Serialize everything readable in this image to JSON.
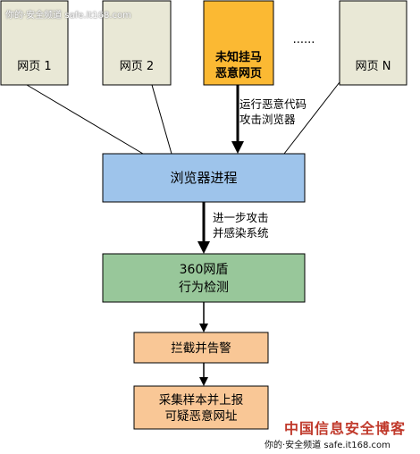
{
  "pages": [
    {
      "label": "网页 1",
      "highlight": false
    },
    {
      "label": "网页 2",
      "highlight": false
    },
    {
      "label": "未知挂马\n恶意网页",
      "highlight": true
    },
    {
      "label": "网页 N",
      "highlight": false
    }
  ],
  "ellipsis": "......",
  "edges": {
    "attack": "运行恶意代码\n攻击浏览器",
    "infect": "进一步攻击\n并感染系统"
  },
  "nodes": {
    "browser": "浏览器进程",
    "shield": "360网盾\n行为检测",
    "block": "拦截并告警",
    "report": "采集样本并上报\n可疑恶意网址"
  },
  "watermark": {
    "top": "你的·安全频道 safe.it168.com",
    "bottom_logo": "中国信息安全博客",
    "bottom": "你的·安全频道 safe.it168.com"
  },
  "colors": {
    "page_fill": "#e9e8d6",
    "page_highlight": "#fbb933",
    "browser_fill": "#9ec4eb",
    "shield_fill": "#98c79a",
    "orange_fill": "#f9c796",
    "line": "#000000"
  }
}
